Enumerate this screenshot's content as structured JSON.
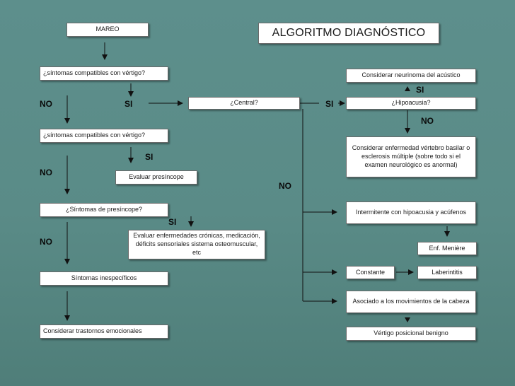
{
  "title": "ALGORITMO DIAGNÓSTICO",
  "nodes": {
    "mareo": "MAREO",
    "sintomas_vertigo_1": "¿síntomas compatibles con vértigo?",
    "central": "¿Central?",
    "sintomas_vertigo_2": "¿síntomas compatibles con vértigo?",
    "evaluar_presincope": "Evaluar presíncope",
    "sintomas_presincope": "¿Síntomas de presíncope?",
    "evaluar_enfermedades": "Evaluar enfermedades crónicas, medicación, déficits sensoriales sistema osteomuscular, etc",
    "sintomas_inespecificos": "Síntomas inespecíficos",
    "trastornos_emocionales": "Considerar trastornos emocionales",
    "neurinoma": "Considerar neurinoma del acústico",
    "hipoacusia": "¿Hipoacusia?",
    "vertebro_basilar": "Considerar enfermedad vértebro basilar o esclerosis múltiple (sobre todo si el examen neurológico es anormal)",
    "intermitente": "Intermitente con hipoacusia y acúfenos",
    "meniere": "Enf. Menière",
    "constante": "Constante",
    "laberintitis": "Laberintitis",
    "asociado_movimientos": "Asociado a los movimientos de la cabeza",
    "vertigo_posicional": "Vértigo posicional benigno"
  },
  "labels": {
    "no_1": "NO",
    "si_1": "SI",
    "si_central": "SI",
    "si_neurinoma": "SI",
    "no_hipoacusia": "NO",
    "si_2": "SI",
    "no_2": "NO",
    "no_central": "NO",
    "si_3": "SI",
    "no_3": "NO"
  }
}
